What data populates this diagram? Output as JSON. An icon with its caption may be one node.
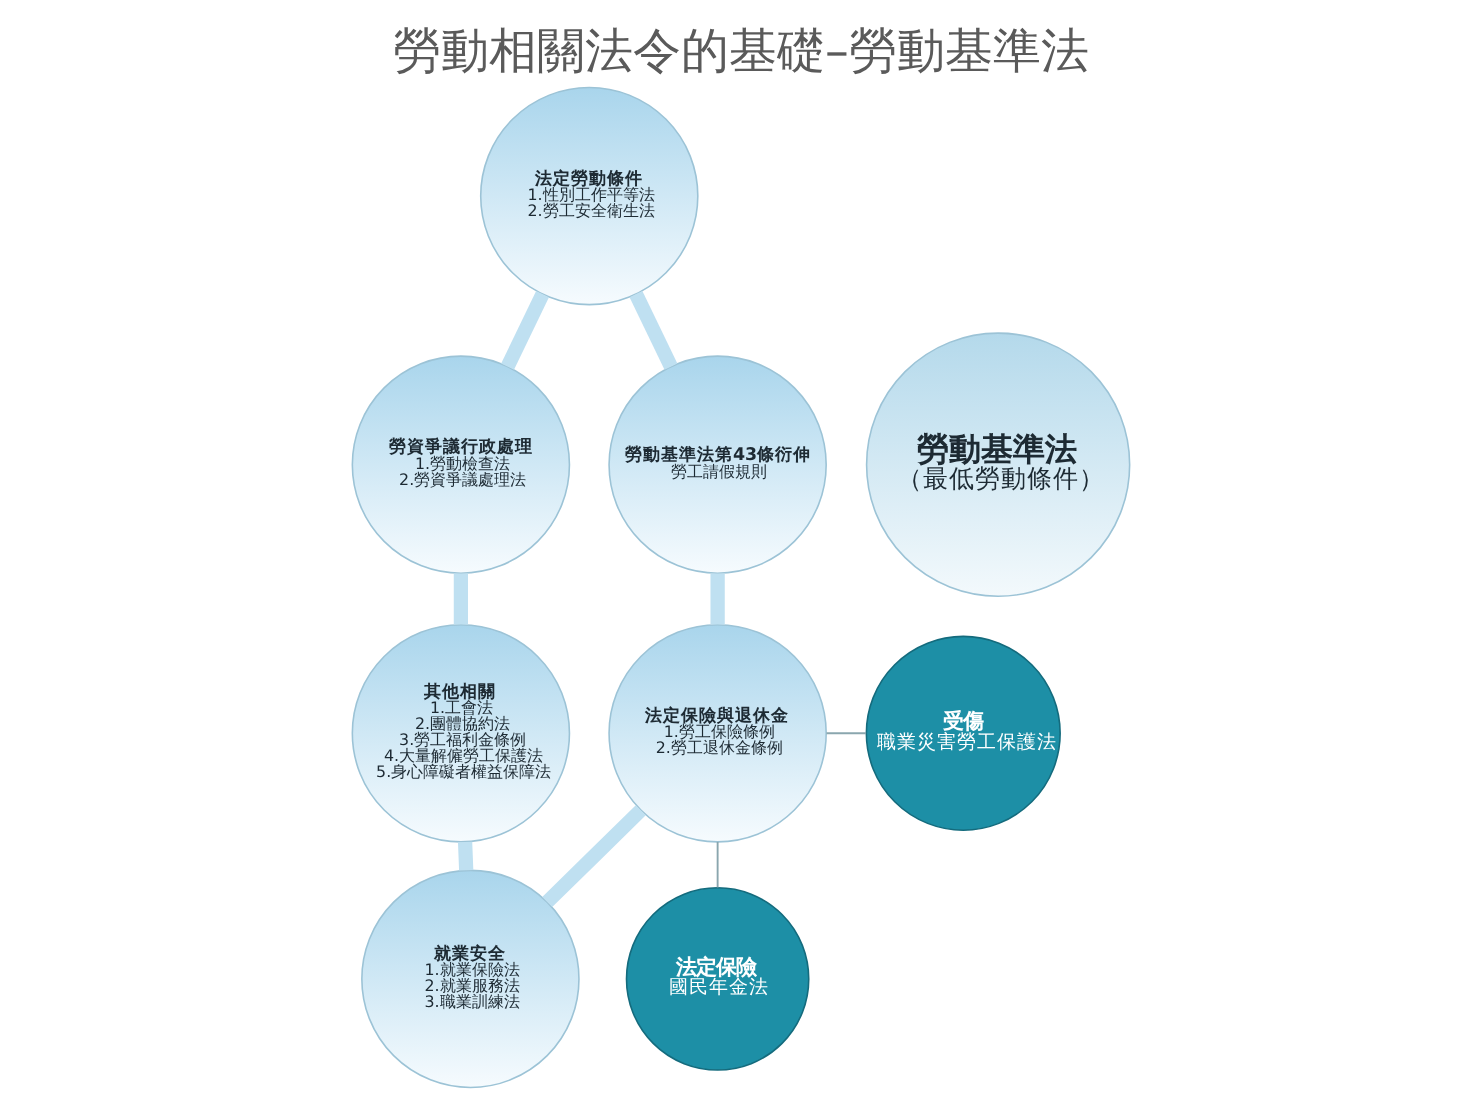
{
  "diagram": {
    "title": "勞動相關法令的基礎–勞動基準法",
    "nodes": [
      {
        "text": [
          "法定勞動條件",
          "1.性別工作平等法",
          "2.勞工安全衛生法"
        ]
      },
      {
        "text": [
          "勞資爭議行政處理",
          "1.勞動檢查法",
          "2.勞資爭議處理法"
        ]
      },
      {
        "text": [
          "勞動基準法第43條衍伸",
          "勞工請假規則"
        ]
      },
      {
        "text": [
          "勞動基準法",
          "（最低勞動條件）"
        ]
      },
      {
        "text": [
          "其他相關",
          "1.工會法",
          "2.團體協約法",
          "3.勞工福利金條例",
          "4.大量解僱勞工保護法",
          "5.身心障礙者權益保障法"
        ]
      },
      {
        "text": [
          "法定保險與退休金",
          "1.勞工保險條例",
          "2.勞工退休金條例"
        ]
      },
      {
        "text": [
          "受傷",
          "職業災害勞工保護法"
        ]
      },
      {
        "text": [
          "就業安全",
          "1.就業保險法",
          "2.就業服務法",
          "3.職業訓練法"
        ]
      },
      {
        "text": [
          "法定保險",
          "國民年金法"
        ]
      }
    ],
    "edges": [
      {
        "from": 0,
        "to": 2,
        "arrow": "none"
      },
      {
        "from": 2,
        "to": 5,
        "arrow": "none"
      },
      {
        "from": 5,
        "to": 7,
        "arrow": "none"
      },
      {
        "from": 0,
        "to": 1,
        "arrow": "none"
      },
      {
        "from": 1,
        "to": 4,
        "arrow": "none"
      },
      {
        "from": 4,
        "to": 7,
        "arrow": "none"
      },
      {
        "from": 5,
        "to": 6,
        "arrow": "none",
        "color": "#8aa6ae"
      },
      {
        "from": 5,
        "to": 8,
        "arrow": "none",
        "color": "#8aa6ae"
      }
    ]
  }
}
